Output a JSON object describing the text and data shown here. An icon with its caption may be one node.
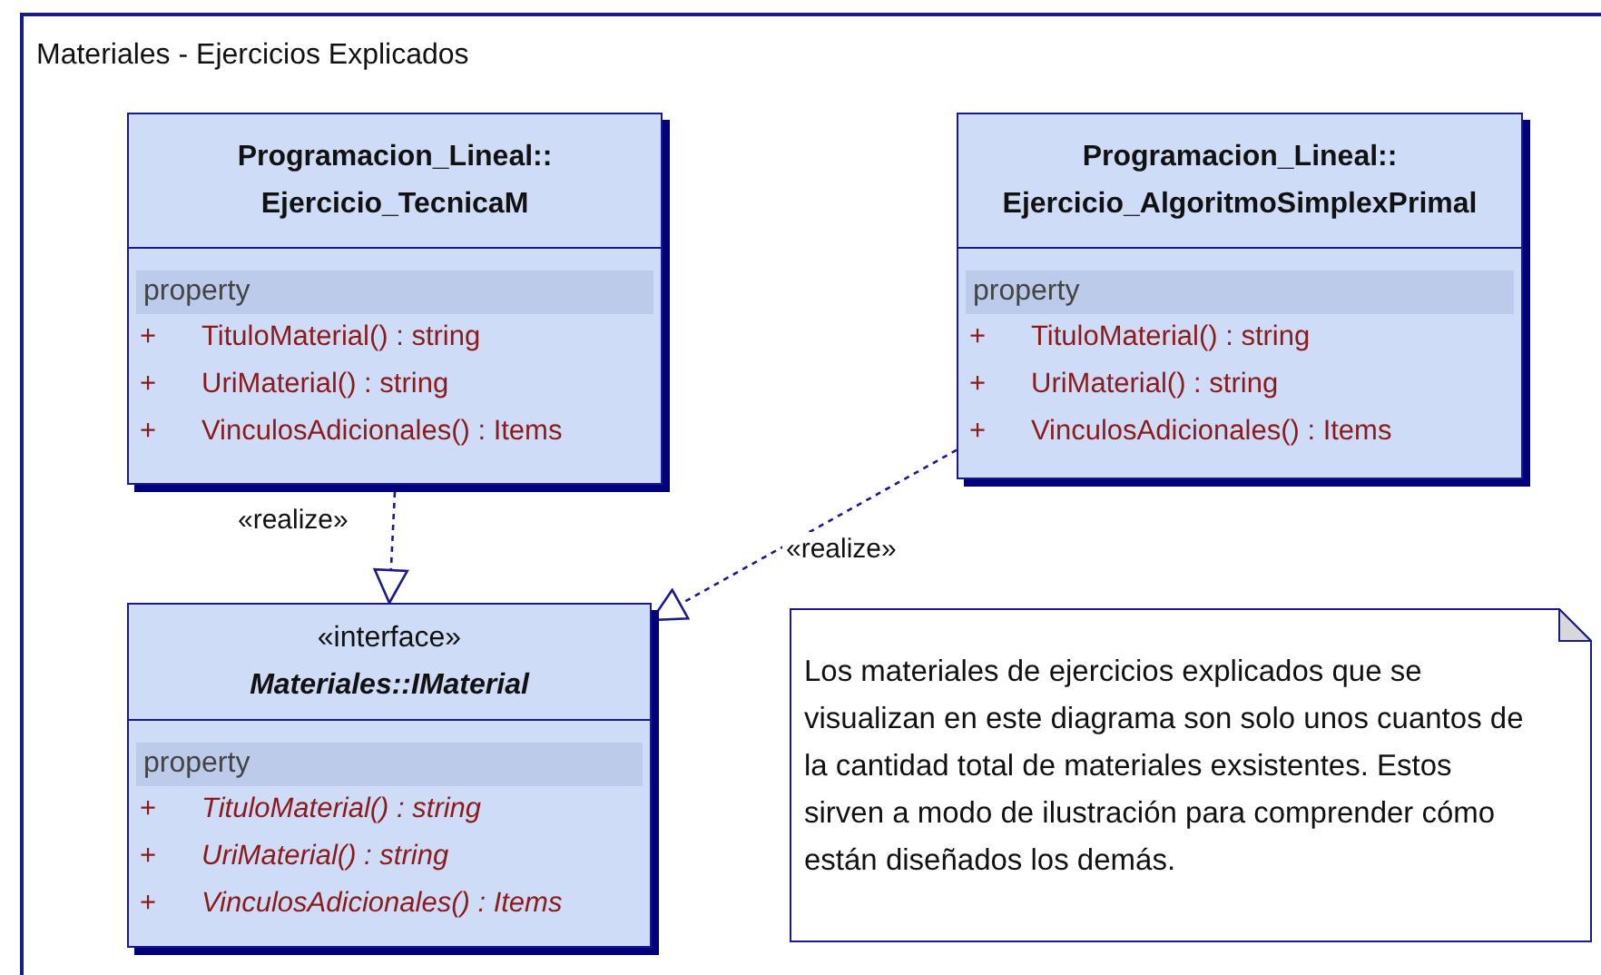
{
  "diagram": {
    "nodes": [
      {
        "text": [
          "Materiales - Ejercicios Explicados"
        ]
      },
      {
        "text": [
          "Programacion_Lineal:: Ejercicio_TecnicaM",
          "property",
          "+",
          "TituloMaterial() : string",
          "+",
          "UriMaterial() : string",
          "+",
          "VinculosAdicionales() : Items"
        ],
        "in": 0
      },
      {
        "text": [
          "Programacion_Lineal:: Ejercicio_AlgoritmoSimplexPrimal",
          "property",
          "+",
          "TituloMaterial() : string",
          "+",
          "UriMaterial() : string",
          "+",
          "VinculosAdicionales() : Items"
        ],
        "in": 0
      },
      {
        "text": [
          "«interface»",
          "Materiales::IMaterial",
          "property",
          "+",
          "TituloMaterial() : string",
          "+",
          "UriMaterial() : string",
          "+",
          "VinculosAdicionales() : Items"
        ],
        "in": 0
      },
      {
        "text": [
          "Los materiales de ejercicios explicados que se visualizan en este diagrama son solo unos cuantos de la cantidad total de materiales exsistentes. Estos sirven a modo de ilustración para comprender cómo están diseñados los demás."
        ],
        "in": 0
      }
    ],
    "edges": [
      {
        "from": 1,
        "to": 3,
        "arrow": "to",
        "label": "«realize»",
        "style": "dashed"
      },
      {
        "from": 2,
        "to": 3,
        "arrow": "to",
        "label": "«realize»",
        "style": "dashed"
      }
    ]
  }
}
